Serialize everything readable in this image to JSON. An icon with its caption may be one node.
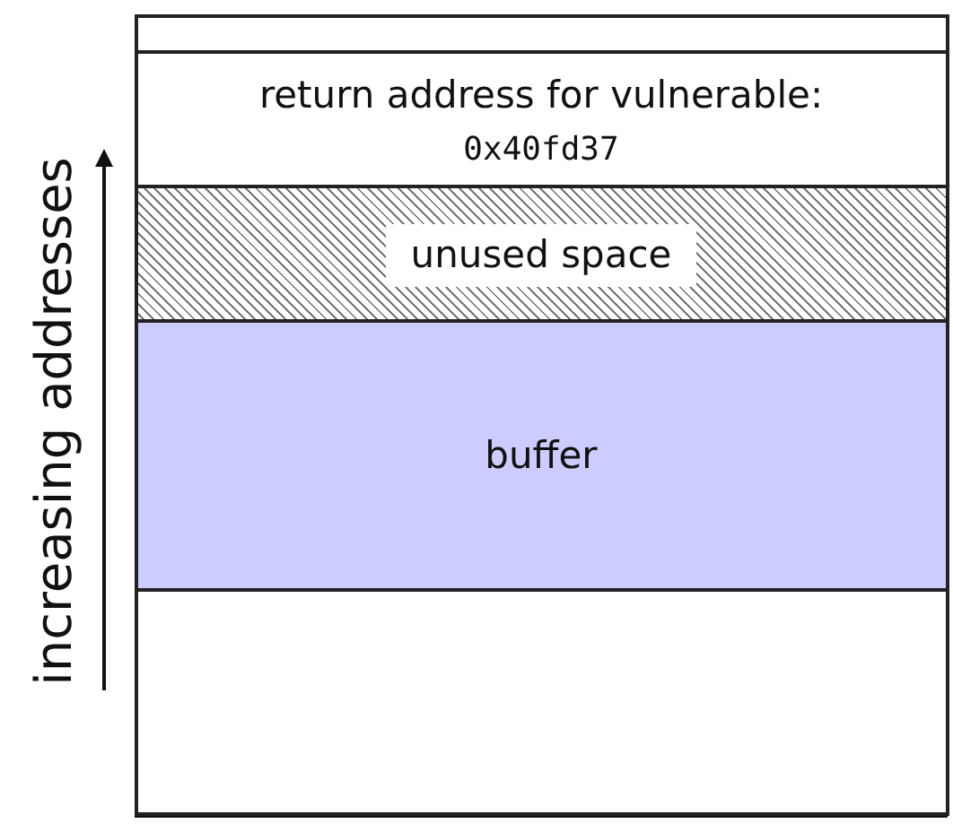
{
  "diagram": {
    "nodes": [
      {
        "text": [],
        "shape": "box"
      },
      {
        "text": [],
        "shape": "box",
        "in": 0
      },
      {
        "text": [
          "return address for vulnerable:",
          "0x40fd37"
        ],
        "in": 0
      },
      {
        "text": [
          "unused space"
        ],
        "in": 0
      },
      {
        "text": [
          "buffer"
        ],
        "in": 0
      },
      {
        "text": [],
        "shape": "box",
        "in": 0
      }
    ],
    "edges": [],
    "labels": [
      "increasing addresses"
    ]
  }
}
